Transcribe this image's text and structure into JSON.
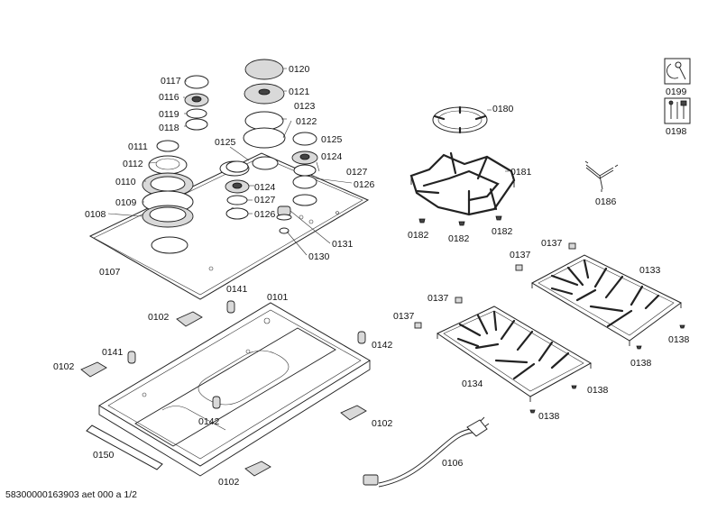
{
  "labels": {
    "p0117": "0117",
    "p0116": "0116",
    "p0119": "0119",
    "p0118": "0118",
    "p0111": "0111",
    "p0112": "0112",
    "p0110": "0110",
    "p0109": "0109",
    "p0108": "0108",
    "p0107": "0107",
    "p0120": "0120",
    "p0121": "0121",
    "p0123": "0123",
    "p0122": "0122",
    "p0125a": "0125",
    "p0125b": "0125",
    "p0124a": "0124",
    "p0127a": "0127",
    "p0126a": "0126",
    "p0124b": "0124",
    "p0127b": "0127",
    "p0126b": "0126",
    "p0131": "0131",
    "p0130": "0130",
    "p0180": "0180",
    "p0181": "0181",
    "p0186": "0186",
    "p0182a": "0182",
    "p0182b": "0182",
    "p0182c": "0182",
    "p0199": "0199",
    "p0198": "0198",
    "p0137a": "0137",
    "p0137b": "0137",
    "p0137c": "0137",
    "p0137d": "0137",
    "p0133": "0133",
    "p0134": "0134",
    "p0138a": "0138",
    "p0138b": "0138",
    "p0138c": "0138",
    "p0138d": "0138",
    "p0141a": "0141",
    "p0141b": "0141",
    "p0101": "0101",
    "p0102a": "0102",
    "p0102b": "0102",
    "p0102c": "0102",
    "p0102d": "0102",
    "p0142a": "0142",
    "p0142b": "0142",
    "p0150": "0150",
    "p0106": "0106"
  },
  "footer": "58300000163903 aet 000 a 1/2"
}
